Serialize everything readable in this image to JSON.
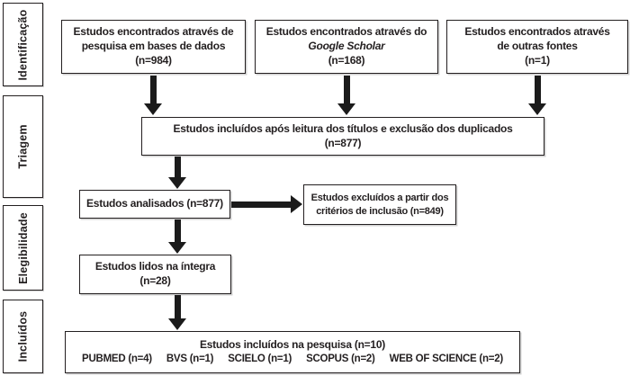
{
  "diagram": {
    "stages": [
      {
        "label": "Identificação"
      },
      {
        "label": "Triagem"
      },
      {
        "label": "Elegibilidade"
      },
      {
        "label": "Incluídos"
      }
    ],
    "boxes": {
      "databases": {
        "line1": "Estudos encontrados através de",
        "line2": "pesquisa em bases de dados",
        "count": "(n=984)"
      },
      "google_scholar": {
        "line1": "Estudos encontrados através do",
        "line2": "Google Scholar",
        "count": "(n=168)"
      },
      "other_sources": {
        "line1": "Estudos encontrados através",
        "line2": "de outras fontes",
        "count": "(n=1)"
      },
      "deduplicated": {
        "line1": "Estudos incluídos após leitura dos títulos e exclusão dos duplicados",
        "count": "(n=877)"
      },
      "analyzed": {
        "line1": "Estudos analisados (n=877)"
      },
      "excluded": {
        "line1": "Estudos excluídos a partir dos",
        "line2": "critérios de inclusão (n=849)"
      },
      "full_text": {
        "line1": "Estudos lidos na íntegra",
        "count": "(n=28)"
      },
      "included": {
        "title": "Estudos incluídos na pesquisa (n=10)",
        "sources": [
          "PUBMED (n=4)",
          "BVS (n=1)",
          "SCIELO (n=1)",
          "SCOPUS (n=2)",
          "WEB OF SCIENCE (n=2)"
        ]
      }
    },
    "colors": {
      "text": "#231f20",
      "border": "#231f20",
      "arrow": "#1b1b1b",
      "background": "#ffffff"
    }
  }
}
